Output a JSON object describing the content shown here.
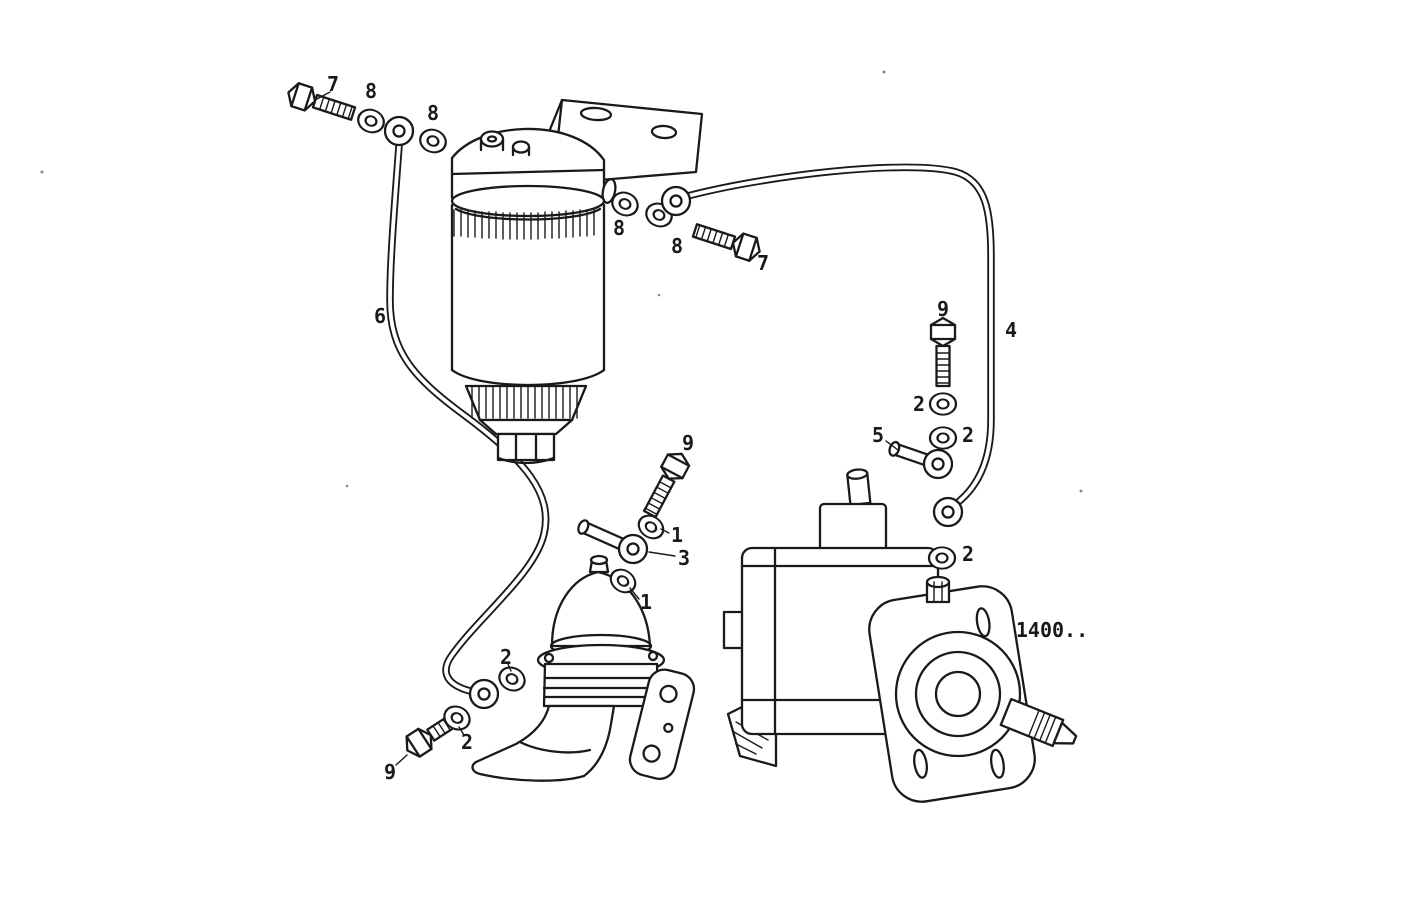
{
  "diagram": {
    "type": "exploded-parts-diagram",
    "background_color": "#ffffff",
    "line_color": "#1a1a1a",
    "components": [
      {
        "name": "fuel-filter-assembly"
      },
      {
        "name": "fuel-feed-pump"
      },
      {
        "name": "injection-pump"
      },
      {
        "name": "fuel-pipe-4"
      },
      {
        "name": "fuel-pipe-6"
      }
    ],
    "callouts": [
      {
        "label": "7"
      },
      {
        "label": "8"
      },
      {
        "label": "8"
      },
      {
        "label": "8"
      },
      {
        "label": "8"
      },
      {
        "label": "7"
      },
      {
        "label": "6"
      },
      {
        "label": "9"
      },
      {
        "label": "4"
      },
      {
        "label": "2"
      },
      {
        "label": "2"
      },
      {
        "label": "5"
      },
      {
        "label": "9"
      },
      {
        "label": "1"
      },
      {
        "label": "3"
      },
      {
        "label": "1"
      },
      {
        "label": "2"
      },
      {
        "label": "2"
      },
      {
        "label": "2"
      },
      {
        "label": "9"
      },
      {
        "label": "1400.."
      }
    ]
  }
}
